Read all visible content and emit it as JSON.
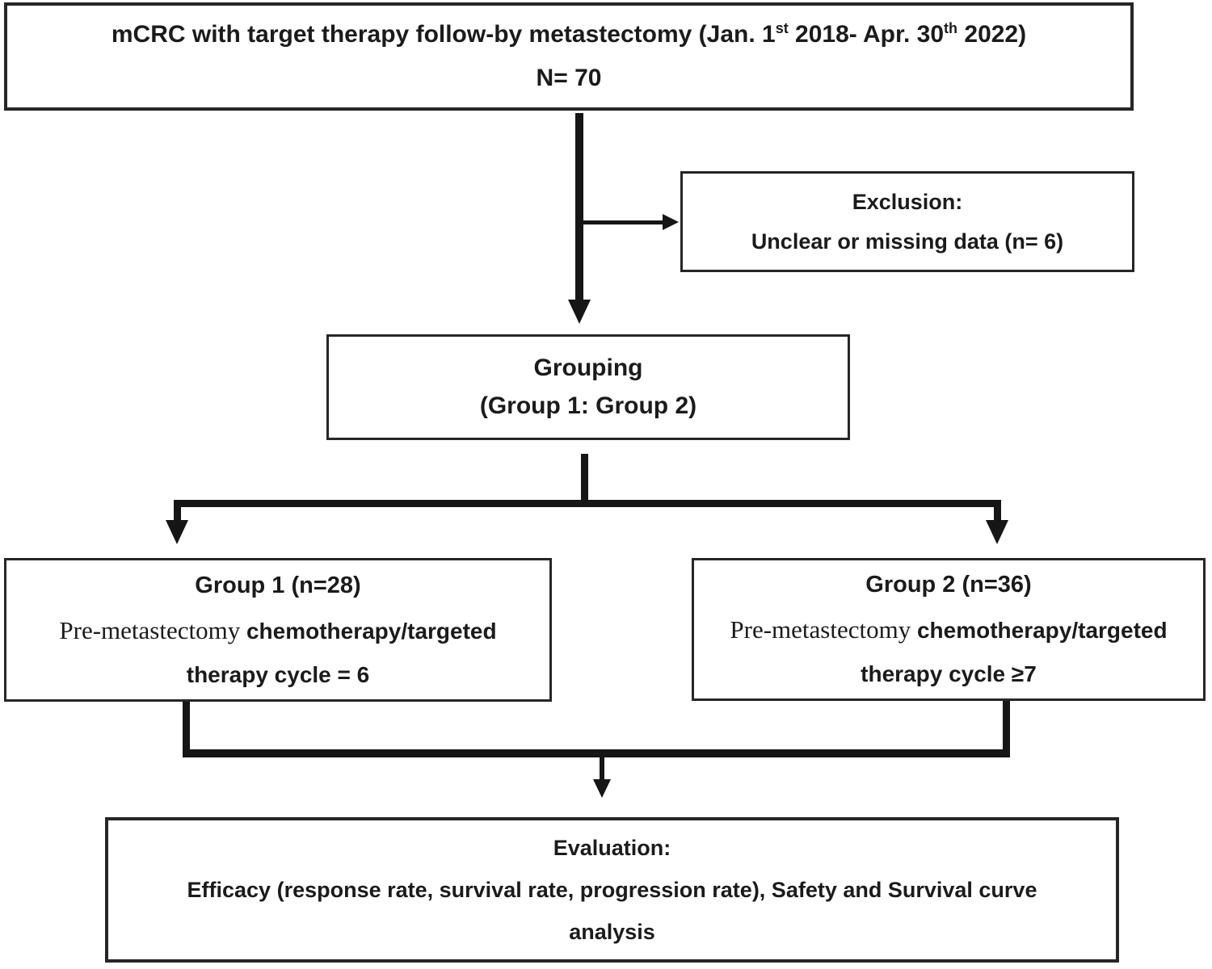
{
  "diagram": {
    "top_box": {
      "line1_pre": "mCRC with target therapy follow-by metastectomy (Jan. 1",
      "line1_sup1": "st",
      "line1_mid": " 2018- Apr. 30",
      "line1_sup2": "th",
      "line1_post": " 2022)",
      "line2": "N= 70"
    },
    "exclusion_box": {
      "title": "Exclusion:",
      "detail": "Unclear or missing data (n= 6)"
    },
    "grouping_box": {
      "title": "Grouping",
      "subtitle": "(Group 1: Group 2)"
    },
    "group1_box": {
      "heading": "Group 1 (n=28)",
      "line2_serif": "Pre-metastectomy ",
      "line2_sans": "chemotherapy/targeted",
      "line3": "therapy cycle = 6"
    },
    "group2_box": {
      "heading": "Group 2 (n=36)",
      "line2_serif": "Pre-metastectomy ",
      "line2_sans": "chemotherapy/targeted",
      "line3": "therapy cycle ≥7"
    },
    "evaluation_box": {
      "title": "Evaluation:",
      "line2": "Efficacy (response rate, survival rate, progression rate), Safety and Survival curve",
      "line3": "analysis"
    },
    "colors": {
      "ink": "#1b1b1b",
      "connector": "#161616",
      "background": "#ffffff"
    }
  }
}
